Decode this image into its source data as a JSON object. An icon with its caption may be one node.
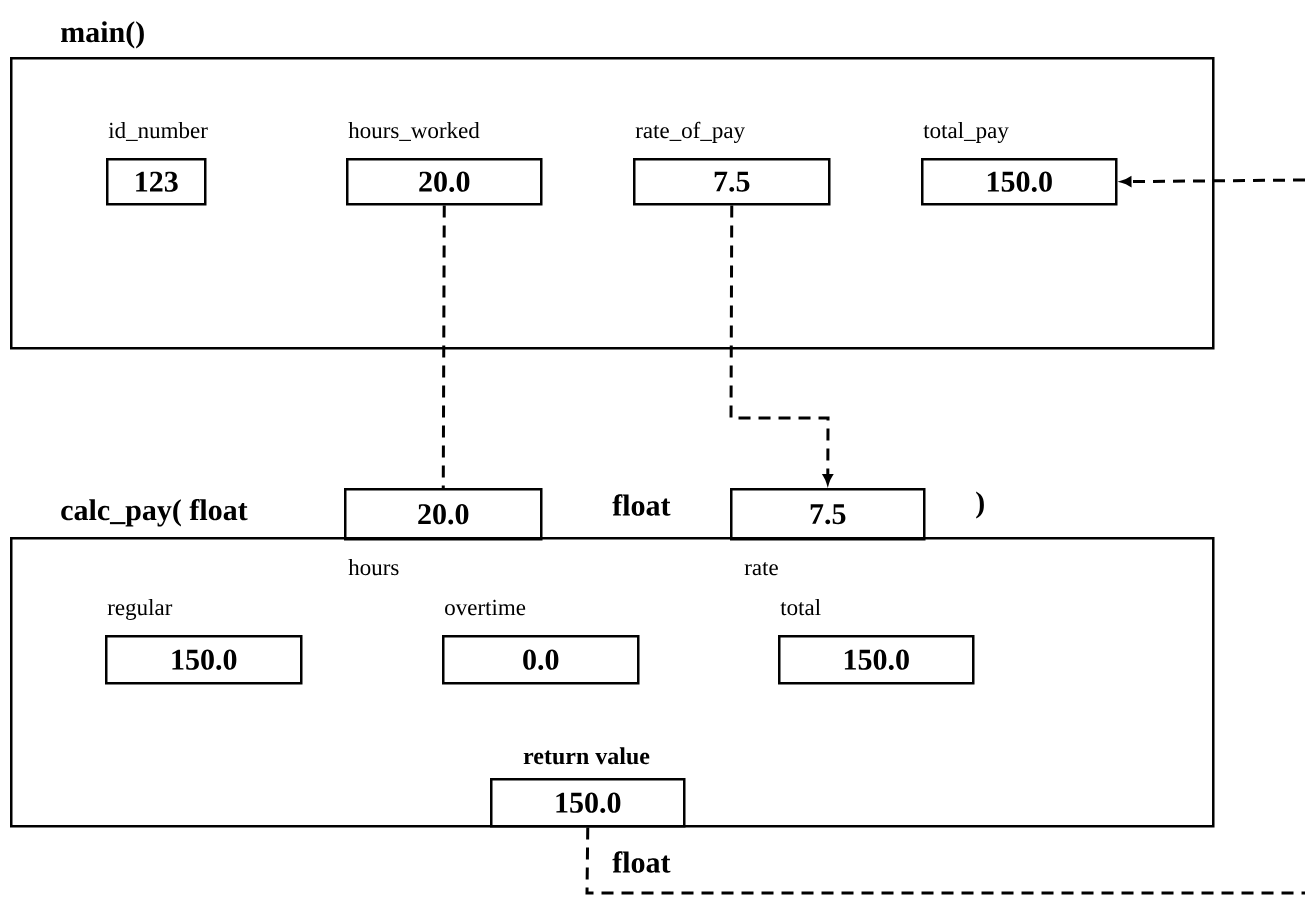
{
  "diagram": {
    "nodes": [
      {
        "text": [
          "main()"
        ]
      },
      {
        "text": [
          "id_number",
          "123"
        ],
        "in": 0
      },
      {
        "text": [
          "hours_worked",
          "20.0"
        ],
        "in": 0
      },
      {
        "text": [
          "rate_of_pay",
          "7.5"
        ],
        "in": 0
      },
      {
        "text": [
          "total_pay",
          "150.0"
        ],
        "in": 0
      },
      {
        "text": [
          "calc_pay( float"
        ]
      },
      {
        "text": [
          "20.0"
        ],
        "beside": [
          "hours"
        ]
      },
      {
        "text": [
          "7.5"
        ],
        "beside": [
          "rate"
        ]
      },
      {
        "text": [
          "regular",
          "150.0"
        ],
        "in": 5
      },
      {
        "text": [
          "overtime",
          "0.0"
        ],
        "in": 5
      },
      {
        "text": [
          "total",
          "150.0"
        ],
        "in": 5
      },
      {
        "text": [
          "return value",
          "150.0"
        ],
        "in": 5
      }
    ],
    "edges": [
      {
        "from": 2,
        "to": 6,
        "arrow": "none",
        "style": "dashed"
      },
      {
        "from": 3,
        "to": 7,
        "arrow": "to",
        "style": "dashed"
      },
      {
        "from": 11,
        "to": null,
        "arrow": "none",
        "style": "dashed"
      },
      {
        "from": null,
        "to": 4,
        "arrow": "to",
        "style": "dashed"
      }
    ],
    "labels": [
      "float",
      ")",
      "float"
    ]
  }
}
